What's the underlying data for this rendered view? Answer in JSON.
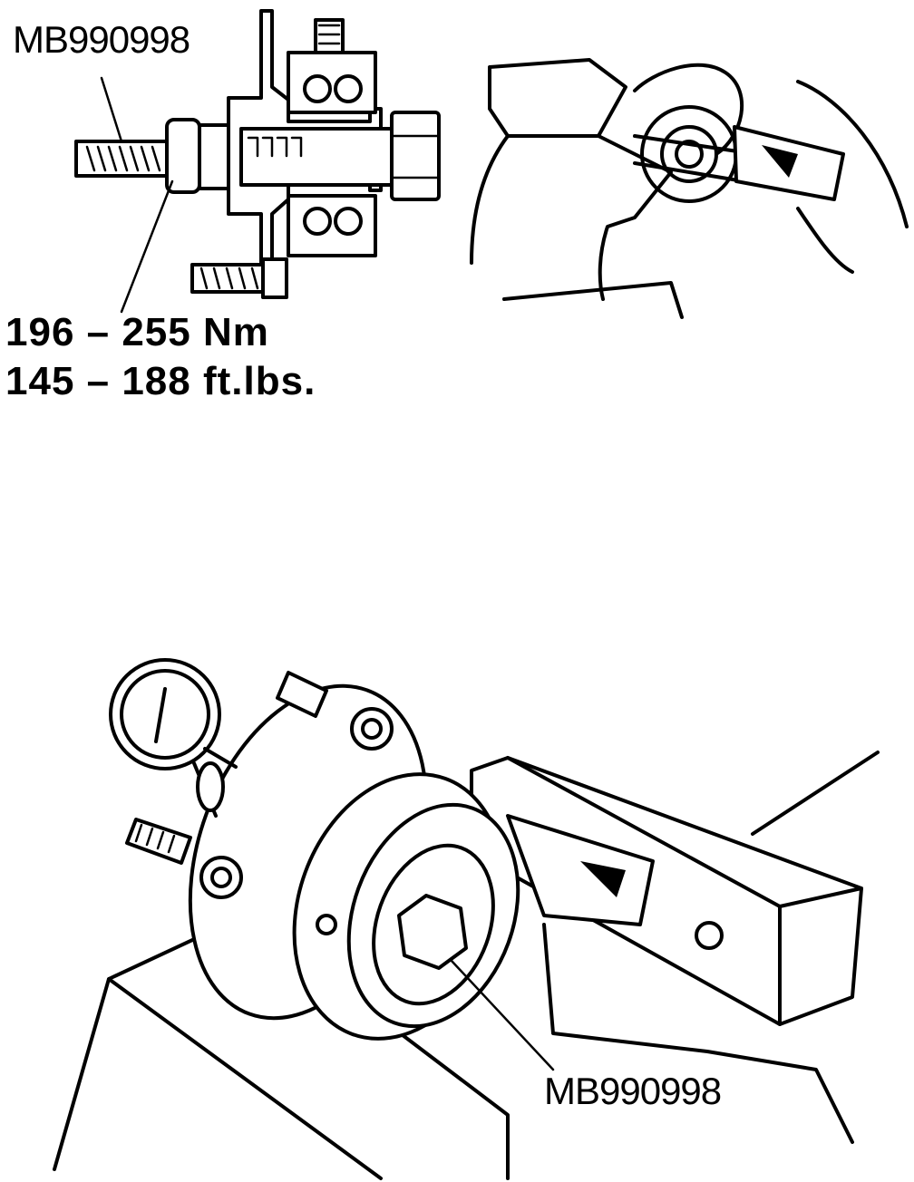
{
  "labels": {
    "tool_top": "MB990998",
    "torque_nm": "196 – 255 Nm",
    "torque_ft": "145 – 188 ft.lbs.",
    "tool_bottom": "MB990998"
  },
  "colors": {
    "ink": "#000000",
    "paper": "#ffffff"
  }
}
